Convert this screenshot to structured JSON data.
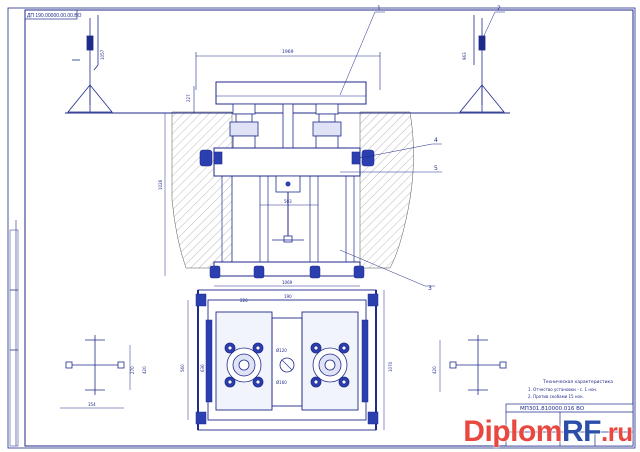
{
  "sheet": {
    "stamp_code": "ДП 190.00000.00.00.ВО",
    "title_code": "МП301.810000.016 ВО",
    "notes_heading": "Техническая характеристика",
    "notes": [
      "1. Отчество установки - с. 1 нон.",
      "2. Против скобами 15 нон."
    ],
    "callouts": [
      "1",
      "2",
      "3",
      "4",
      "5"
    ],
    "dims": {
      "top_width": "1969",
      "top_left": "227",
      "vertical_main": "1026",
      "center_gap": "503",
      "bottom_base": "1069",
      "left_stand_h": "1057",
      "right_stand_h": "963",
      "plan_w1": "226",
      "plan_w2": "190",
      "plan_h1": "560",
      "plan_h2": "636",
      "plan_dia1": "Ø120",
      "plan_dia2": "Ø160",
      "plan_side": "1070",
      "side_left_h1": "270",
      "side_left_h2": "420",
      "side_left_w": "354",
      "side_right_h": "420"
    }
  },
  "watermark": {
    "part1": "Diplom",
    "part2": "RF",
    "part3": ".ru"
  },
  "colors": {
    "line": "#1f2a8a",
    "blue_fill": "#2c3fb0",
    "hatch": "#7a7a7a",
    "watermark_red": "#e8483f",
    "watermark_blue": "#2b4fa8"
  }
}
